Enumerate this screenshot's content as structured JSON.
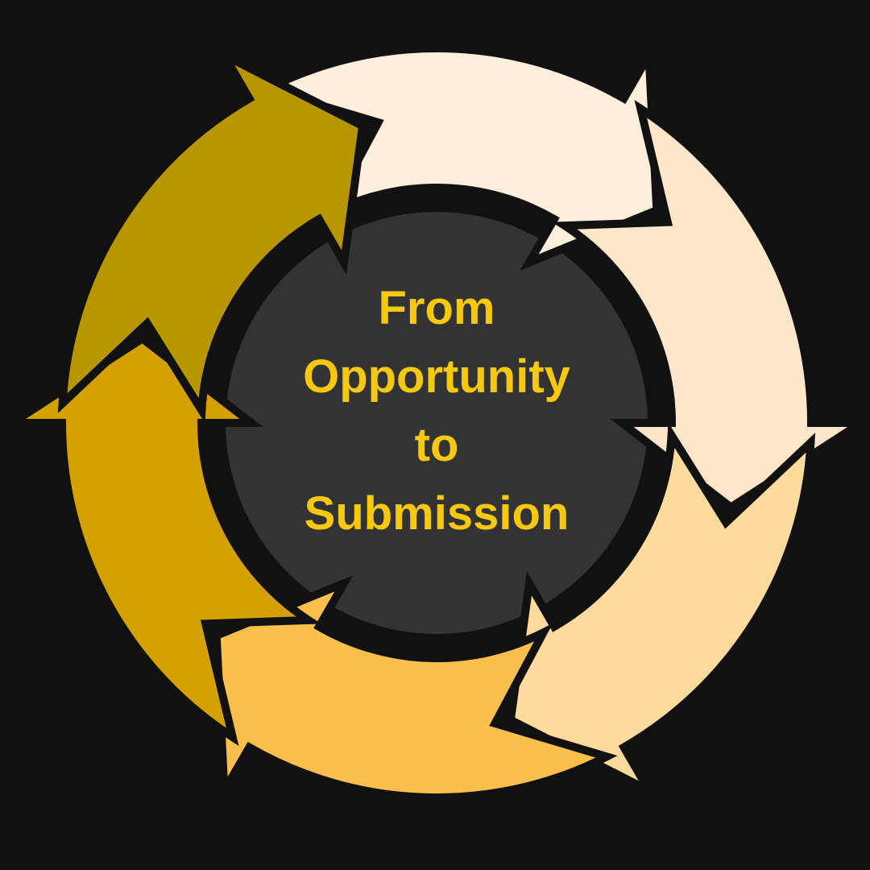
{
  "title_lines": [
    "From",
    "Opportunity",
    "to",
    "Submission"
  ],
  "colors": {
    "background": "#111111",
    "center_circle": "#333333",
    "text": "#F6C90E",
    "arrows": [
      "#FEEEDC",
      "#FDE7CB",
      "#FDDB9C",
      "#FBBF4C",
      "#D4A100",
      "#B89600"
    ]
  },
  "arrow_count": 6
}
